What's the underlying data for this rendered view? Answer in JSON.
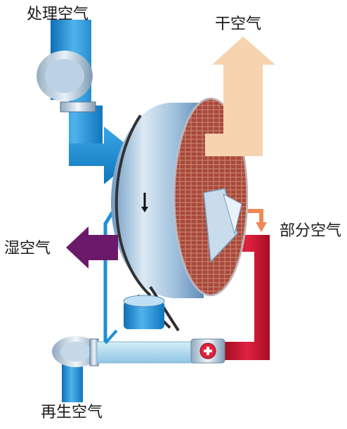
{
  "labels": {
    "process_air": "处理空气",
    "dry_air": "干空气",
    "partial_air": "部分空气",
    "wet_air": "湿空气",
    "regen_air": "再生空气"
  },
  "icons": {
    "heater": "plus-icon"
  },
  "colors": {
    "process_blue": "#1f8fd8",
    "dry_air_peach": "#f7d3b0",
    "heater_red": "#c8102e",
    "wet_air_purple": "#6b1a6b",
    "partial_air_orange": "#ee8a55",
    "wheel_brick": "#b04e3a",
    "duct_lightblue": "#a9d6ec"
  }
}
